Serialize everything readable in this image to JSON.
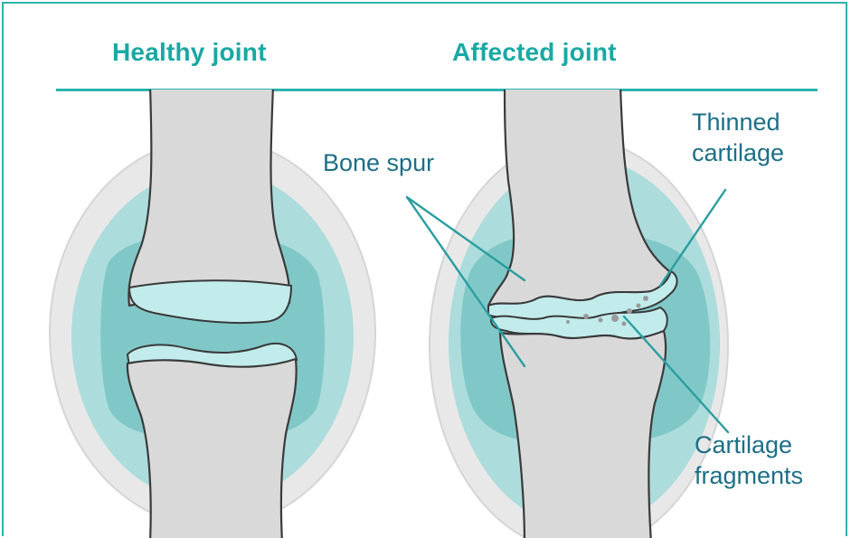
{
  "headings": {
    "healthy": "Healthy joint",
    "affected": "Affected joint"
  },
  "labels": {
    "bone_spur": "Bone spur",
    "thinned_cartilage": [
      "Thinned",
      "cartilage"
    ],
    "cartilage_fragments": [
      "Cartilage",
      "fragments"
    ]
  },
  "colors": {
    "accent": "#2bb3ad",
    "label_text": "#1d6e86",
    "bone": "#d9d9d9",
    "bone_outline": "#3a3a3a",
    "capsule_outer": "#e6e6e6",
    "capsule_mid": "#a9dad9",
    "capsule_inner": "#7cc6c5",
    "cartilage": "#c2ecec"
  }
}
